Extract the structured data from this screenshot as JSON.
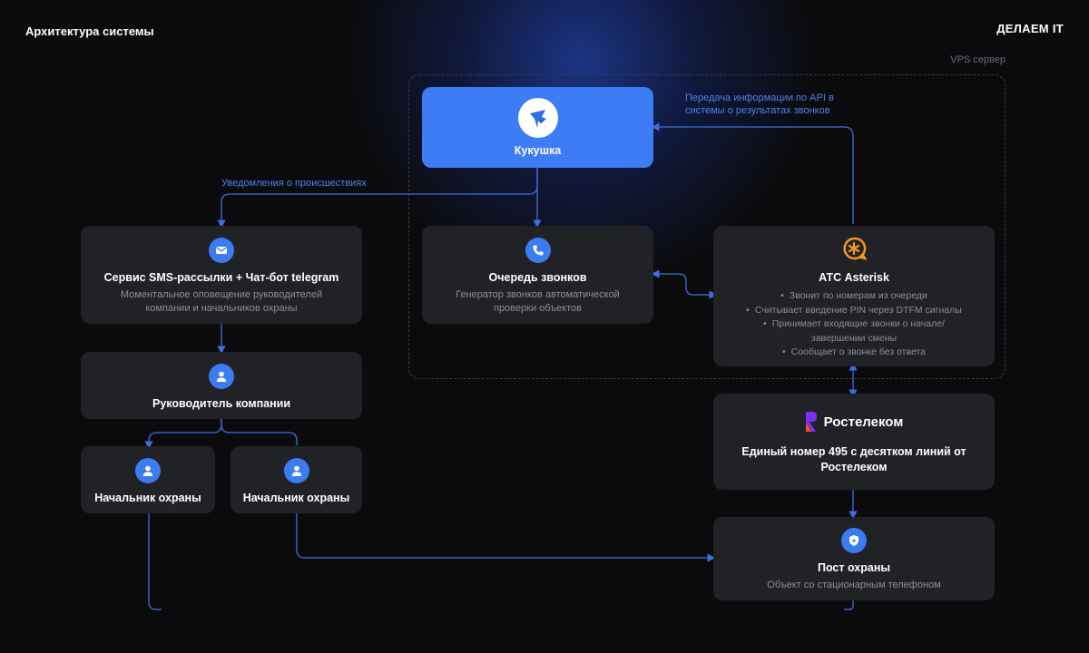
{
  "header": {
    "title": "Архитектура системы",
    "brand": "ДЕЛАЕМ IT"
  },
  "vps": {
    "label": "VPS сервер"
  },
  "edge_labels": {
    "api": "Передача информации по API в системы о результатах звонков",
    "notify": "Уведомления о происшествиях"
  },
  "nodes": {
    "kukushka": {
      "title": "Кукушка",
      "icon": "kukushka-bird-logo"
    },
    "sms": {
      "title": "Сервис SMS-рассылки + Чат-бот telegram",
      "desc": "Моментальное оповещение руководителей компании и начальников охраны",
      "icon": "mail-icon"
    },
    "queue": {
      "title": "Очередь звонков",
      "desc": "Генератор звонков автоматической проверки объектов",
      "icon": "phone-icon"
    },
    "asterisk": {
      "title": "АТС Asterisk",
      "icon": "asterisk-logo",
      "bullets": [
        "Звонит по номерам из очереди",
        "Считывает введение PIN через DTFM сигналы",
        "Принимает входящие звонки о начале/ завершении смены",
        "Сообщает о звонке без ответа"
      ]
    },
    "head": {
      "title": "Руководитель компании",
      "icon": "user-icon"
    },
    "chief1": {
      "title": "Начальник охраны",
      "icon": "user-icon"
    },
    "chief2": {
      "title": "Начальник охраны",
      "icon": "user-icon"
    },
    "rostelecom": {
      "logo_text": "Ростелеком",
      "title": "Единый номер 495 с десятком линий от Ростелеком",
      "icon": "rostelecom-logo"
    },
    "post": {
      "title": "Пост охраны",
      "desc": "Объект со стационарным телефоном",
      "icon": "shield-icon"
    }
  },
  "colors": {
    "background": "#0b0b0d",
    "node": "#212226",
    "accent": "#3d7cf5",
    "connector": "#3b6fe0",
    "asterisk_orange": "#f39c1f",
    "rostelecom_purple": "#7b2ff7"
  }
}
